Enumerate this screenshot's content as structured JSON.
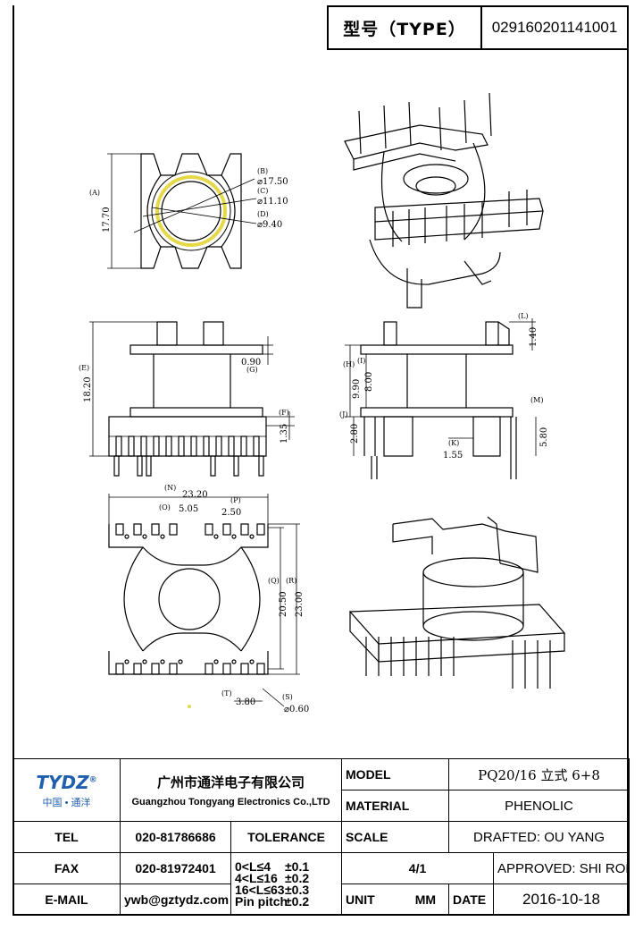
{
  "type_box": {
    "label": "型号（TYPE）",
    "value": "029160201141001"
  },
  "dimensions": {
    "top_view": {
      "A": "17.70",
      "B": "⌀17.50",
      "C": "⌀11.10",
      "D": "⌀9.40",
      "A_tag": "(A)",
      "B_tag": "(B)",
      "C_tag": "(C)",
      "D_tag": "(D)"
    },
    "front_view": {
      "E": "18.20",
      "G": "0.90",
      "F": "1.35",
      "E_tag": "(E)",
      "G_tag": "(G)",
      "F_tag": "(F)"
    },
    "side_view": {
      "L": "1.40",
      "H": "9.90",
      "I": "8.00",
      "J": "2.80",
      "M": "5.80",
      "K": "1.55",
      "L_tag": "(L)",
      "H_tag": "(H)",
      "I_tag": "(I)",
      "J_tag": "(J)",
      "M_tag": "(M)",
      "K_tag": "(K)"
    },
    "bottom_view": {
      "N": "23.20",
      "O": "5.05",
      "P": "2.50",
      "Q": "20.50",
      "R": "23.00",
      "T": "3.80",
      "S": "⌀0.60",
      "N_tag": "(N)",
      "O_tag": "(O)",
      "P_tag": "(P)",
      "Q_tag": "(Q)",
      "R_tag": "(R)",
      "T_tag": "(T)",
      "S_tag": "(S)"
    }
  },
  "title_block": {
    "logo": {
      "text": "TYDZ",
      "sub": "中国 • 通洋",
      "mark": "®"
    },
    "company_cn": "广州市通洋电子有限公司",
    "company_en": "Guangzhou Tongyang Electronics Co.,LTD",
    "model_label": "MODEL",
    "model_value": "PQ20/16 立式 6+8",
    "material_label": "MATERIAL",
    "material_value": "PHENOLIC",
    "tel_label": "TEL",
    "tel_value": "020-81786686",
    "tolerance_label": "TOLERANCE",
    "scale_label": "SCALE",
    "drafted": "DRAFTED: OU YANG",
    "fax_label": "FAX",
    "fax_value": "020-81972401",
    "tolerances": [
      {
        "range": "0<L≤4",
        "value": "±0.1"
      },
      {
        "range": "4<L≤16",
        "value": "±0.2"
      },
      {
        "range": "16<L≤63",
        "value": "±0.3"
      },
      {
        "range": "Pin pitch",
        "value": "±0.2"
      }
    ],
    "scale_value": "4/1",
    "approved": "APPROVED: SHI RONG",
    "email_label": "E-MAIL",
    "email_value": "ywb@gztydz.com",
    "unit_label": "UNIT",
    "unit_value": "MM",
    "date_label": "DATE",
    "date_value": "2016-10-18"
  }
}
